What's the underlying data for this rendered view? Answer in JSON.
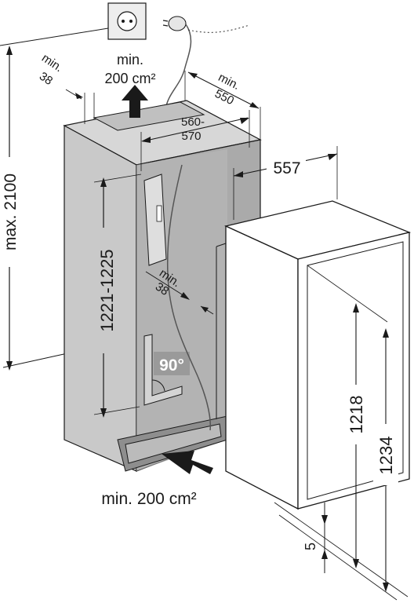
{
  "labels": {
    "max_height": "max. 2100",
    "niche_height": "1221-1225",
    "niche_width_top": "560-",
    "niche_width_bottom": "570",
    "depth": "557",
    "top_gap_min": "min.",
    "top_gap_val": "38",
    "side_clear_min": "min.",
    "side_clear_val": "550",
    "vent_top_min": "min.",
    "vent_top_val": "200 cm²",
    "inner_gap_min": "min.",
    "inner_gap_val": "38",
    "angle": "90°",
    "door_height": "1218",
    "overall_height": "1234",
    "bottom_gap": "5",
    "vent_bottom": "min. 200 cm²"
  },
  "colors": {
    "line": "#1a1a1a",
    "cabinet_front": "#c9c9c9",
    "cabinet_side": "#b4b4b4",
    "cabinet_top": "#d7d7d7",
    "interior_back": "#a9a9a9",
    "appliance": "#ffffff",
    "angle_badge": "#9a9a9a"
  },
  "icons": {
    "socket": "wall-socket-icon",
    "plug": "plug-icon",
    "arrow_up": "airflow-up-arrow-icon",
    "arrow_in": "airflow-in-arrow-icon"
  }
}
